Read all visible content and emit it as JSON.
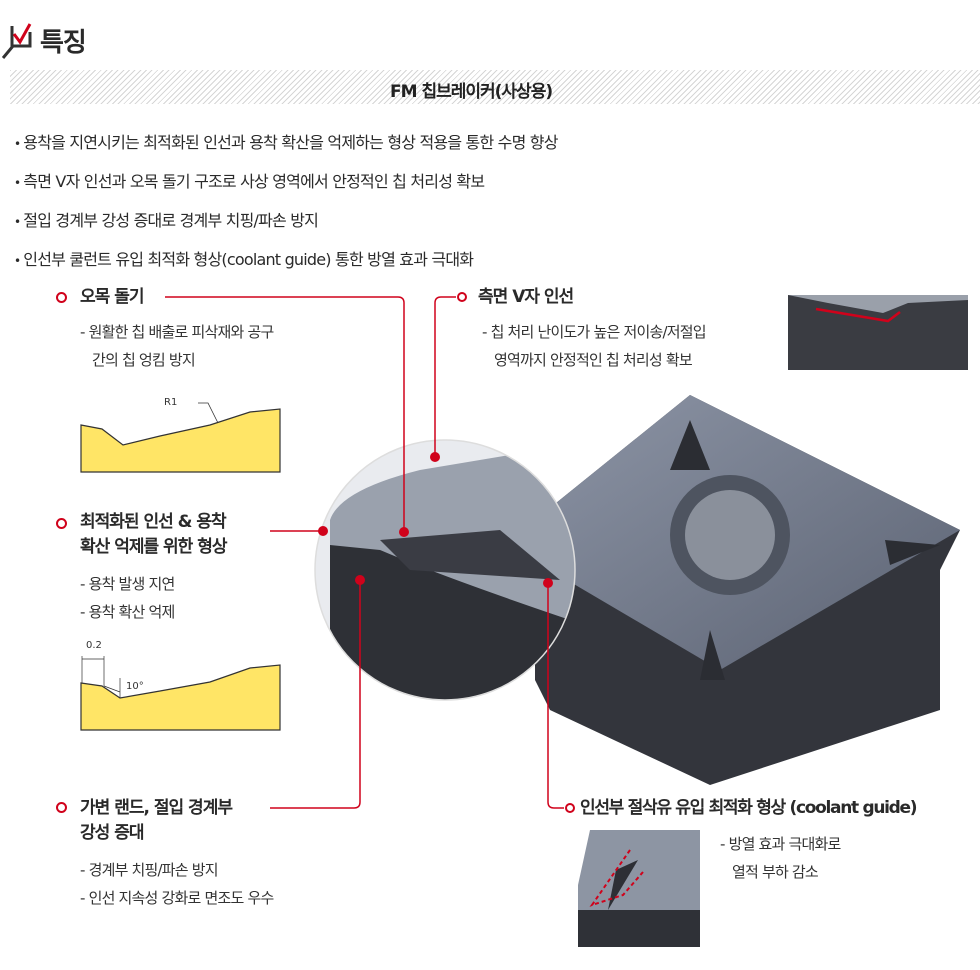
{
  "header": {
    "title": "특징",
    "icon": "checklist-magnifier-icon"
  },
  "band": {
    "label": "FM 칩브레이커(사상용)"
  },
  "bullets": [
    "용착을 지연시키는 최적화된 인선과 용착 확산을 억제하는 형상 적용을 통한 수명 향상",
    "측면 V자 인선과 오목 돌기 구조로 사상 영역에서 안정적인 칩 처리성 확보",
    "절입 경계부 강성 증대로 경계부 치핑/파손 방지",
    "인선부 쿨런트 유입 최적화 형상(coolant guide) 통한 방열 효과 극대화"
  ],
  "features": {
    "concave": {
      "title": "오목 돌기",
      "desc": [
        "- 원활한 칩 배출로 피삭재와 공구",
        "간의 칩 엉킴 방지"
      ],
      "diagram_label": "R1"
    },
    "edge": {
      "title_1": "최적화된 인선 & 용착",
      "title_2": "확산 억제를 위한 형상",
      "desc": [
        "- 용착 발생 지연",
        "- 용착 확산 억제"
      ],
      "dim_width": "0.2",
      "dim_angle": "10°"
    },
    "side_v": {
      "title": "측면 V자 인선",
      "desc": [
        "- 칩 처리 난이도가 높은 저이송/저절입",
        "영역까지 안정적인 칩 처리성 확보"
      ]
    },
    "land": {
      "title_1": "가변 랜드, 절입 경계부",
      "title_2": "강성 증대",
      "desc": [
        "- 경계부 치핑/파손 방지",
        "- 인선 지속성 강화로 면조도 우수"
      ]
    },
    "coolant": {
      "title": "인선부 절삭유 유입 최적화 형상 (coolant guide)",
      "desc": [
        "- 방열 효과 극대화로",
        "열적 부하 감소"
      ]
    }
  },
  "colors": {
    "accent": "#d0021b",
    "diagram_fill": "#ffe566",
    "insert": "#3b3d45"
  }
}
